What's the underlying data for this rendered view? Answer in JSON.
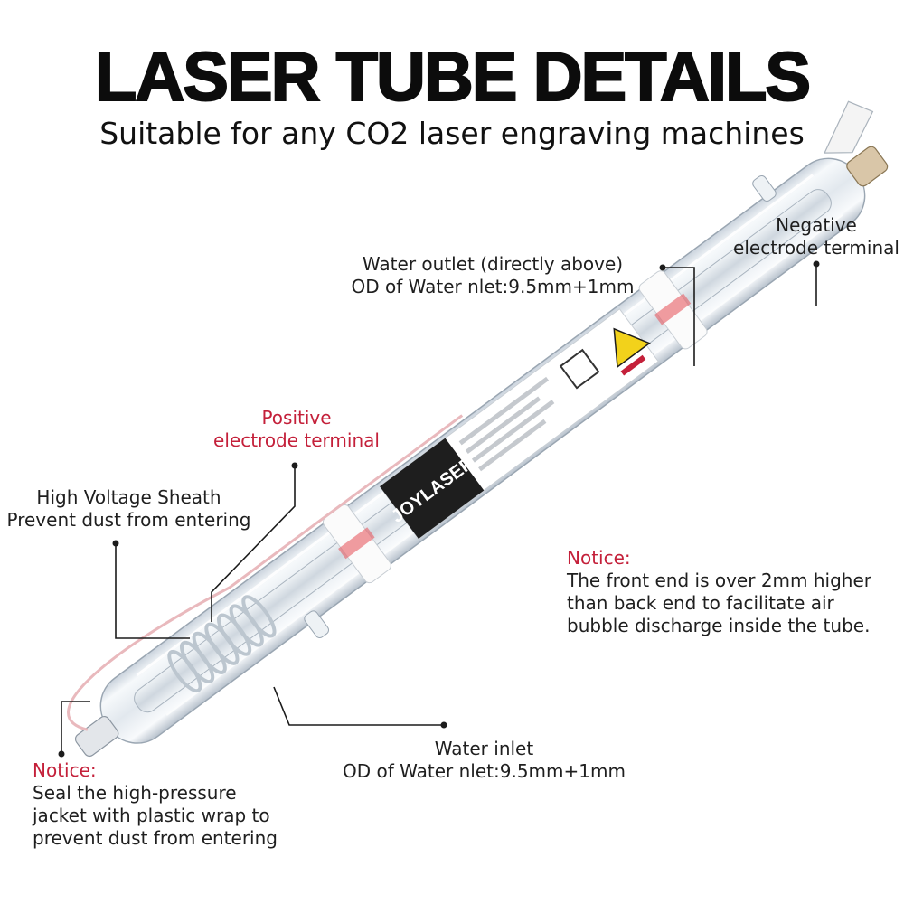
{
  "header": {
    "title": "LASER TUBE DETAILS",
    "subtitle": "Suitable for any CO2 laser engraving machines"
  },
  "tube": {
    "brand": "JOYLASER"
  },
  "callouts": {
    "negative_terminal": [
      "Negative",
      "electrode terminal"
    ],
    "water_outlet": [
      "Water outlet (directly above)",
      "OD of Water nlet:9.5mm+1mm"
    ],
    "positive_terminal": [
      "Positive",
      "electrode terminal"
    ],
    "hv_sheath": [
      "High Voltage Sheath",
      "Prevent dust from entering"
    ],
    "notice_front": {
      "heading": "Notice:",
      "lines": [
        "The front end is over 2mm higher",
        "than back end to facilitate air",
        "bubble discharge inside the tube."
      ]
    },
    "water_inlet": [
      "Water inlet",
      "OD of Water nlet:9.5mm+1mm"
    ],
    "notice_seal": {
      "heading": "Notice:",
      "lines": [
        "Seal the high-pressure",
        "jacket with plastic wrap to",
        "prevent dust from entering"
      ]
    }
  },
  "colors": {
    "notice_red": "#c4203a",
    "title_black": "#0c0c0c",
    "glass_tint": "#dfe6ee",
    "warning_yellow": "#f2d21b"
  }
}
